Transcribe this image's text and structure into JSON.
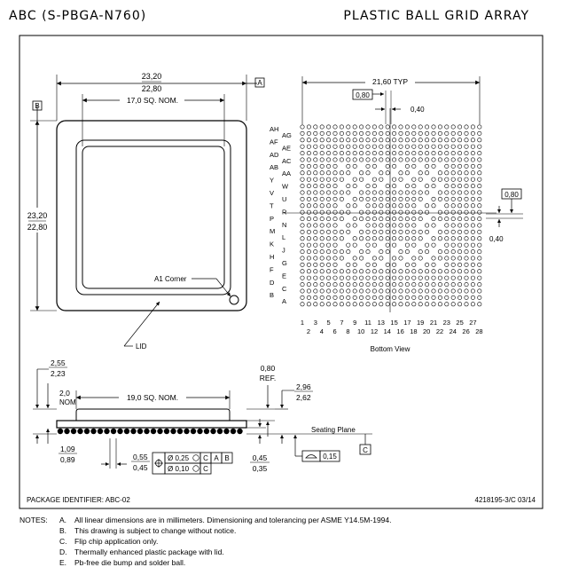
{
  "header": {
    "left_title": "ABC (S-PBGA-N760)",
    "right_title": "PLASTIC BALL GRID ARRAY"
  },
  "top_view": {
    "width_max": "23,20",
    "width_min": "22,80",
    "height_max": "23,20",
    "height_min": "22,80",
    "inner_label": "17,0 SQ. NOM.",
    "datum_a": "A",
    "datum_b": "B",
    "a1_corner": "A1 Corner",
    "lid": "LID"
  },
  "bottom_view": {
    "pitch_total": "21,60 TYP",
    "pitch": "0,80",
    "offset": "0,40",
    "right_pitch": "0,80",
    "right_offset": "0,40",
    "caption": "Bottom View",
    "rows_left": [
      "AH",
      "AF",
      "AD",
      "AB",
      "Y",
      "V",
      "T",
      "P",
      "M",
      "K",
      "H",
      "F",
      "D",
      "B"
    ],
    "rows_right": [
      "AG",
      "AE",
      "AC",
      "AA",
      "W",
      "U",
      "R",
      "N",
      "L",
      "J",
      "G",
      "E",
      "C",
      "A"
    ],
    "cols_top": [
      "1",
      "3",
      "5",
      "7",
      "9",
      "11",
      "13",
      "15",
      "17",
      "19",
      "21",
      "23",
      "25",
      "27"
    ],
    "cols_bottom": [
      "2",
      "4",
      "6",
      "8",
      "10",
      "12",
      "14",
      "16",
      "18",
      "20",
      "22",
      "24",
      "26",
      "28"
    ]
  },
  "side_view": {
    "height_max": "2,55",
    "height_min": "2,23",
    "nom": "2,0",
    "nom_label": "NOM",
    "inner_label": "19,0 SQ. NOM.",
    "ref_value": "0,80",
    "ref_label": "REF.",
    "total_max": "2,96",
    "total_min": "2,62",
    "seating_plane": "Seating Plane",
    "datum_c": "C",
    "standoff_max": "1,09",
    "standoff_min": "0,89",
    "ball_max": "0,55",
    "ball_min": "0,45",
    "tol1": "Ø 0,25",
    "tol2": "Ø 0,10",
    "ball_h_max": "0,45",
    "ball_h_min": "0,35",
    "flatness": "0,15"
  },
  "footer": {
    "package_identifier": "PACKAGE IDENTIFIER: ABC-02",
    "doc_number": "4218195-3/C  03/14"
  },
  "notes": {
    "label": "NOTES:",
    "items": [
      {
        "letter": "A.",
        "text": "All linear dimensions are in millimeters.  Dimensioning and tolerancing per ASME Y14.5M-1994."
      },
      {
        "letter": "B.",
        "text": "This drawing is subject to change without notice."
      },
      {
        "letter": "C.",
        "text": "Flip chip application only."
      },
      {
        "letter": "D.",
        "text": "Thermally enhanced plastic package with lid."
      },
      {
        "letter": "E.",
        "text": "Pb-free die bump and solder ball."
      }
    ]
  }
}
